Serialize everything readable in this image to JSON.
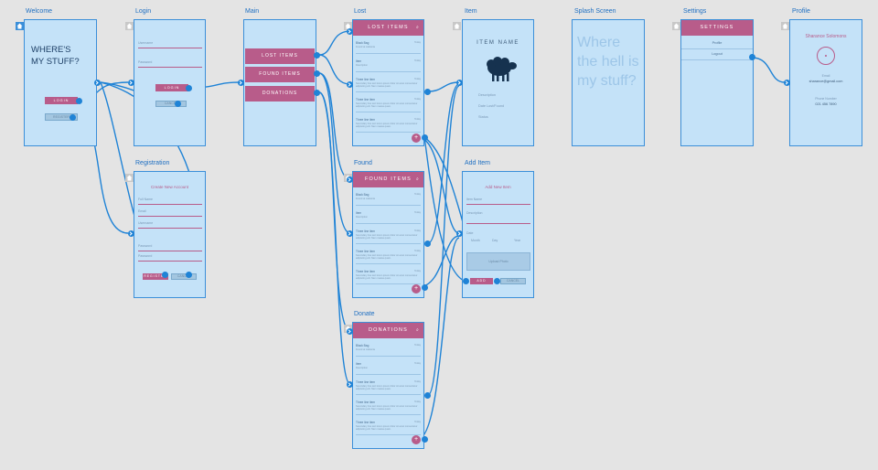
{
  "screens": {
    "welcome": {
      "title": "Welcome",
      "heading": "WHERE'S MY STUFF?",
      "login_btn": "LOGIN",
      "register_btn": "REGISTER"
    },
    "login": {
      "title": "Login",
      "username": "Username",
      "password": "Password",
      "login_btn": "LOGIN",
      "cancel_btn": "CANCEL"
    },
    "registration": {
      "title": "Registration",
      "heading": "Create New Account",
      "fields": [
        "Full Name",
        "Email",
        "Username",
        "Password",
        "Password"
      ],
      "register_btn": "REGISTER",
      "cancel_btn": "CANCEL"
    },
    "main": {
      "title": "Main",
      "buttons": [
        "LOST ITEMS",
        "FOUND ITEMS",
        "DONATIONS"
      ]
    },
    "lost": {
      "title": "Lost",
      "header": "LOST ITEMS"
    },
    "found": {
      "title": "Found",
      "header": "FOUND ITEMS"
    },
    "donate": {
      "title": "Donate",
      "header": "DONATIONS"
    },
    "item": {
      "title": "Item",
      "name": "ITEM NAME",
      "fields": [
        "Description",
        "Date Lost/Found",
        "Status"
      ]
    },
    "splash": {
      "title": "Splash Screen",
      "text": "Where the hell is my stuff?"
    },
    "settings": {
      "title": "Settings",
      "header": "SETTINGS",
      "options": [
        "Profile",
        "Logout"
      ]
    },
    "profile": {
      "title": "Profile",
      "name": "Sharance Solomons",
      "email_label": "Email",
      "email": "sharance@gmail.com",
      "phone_label": "Phone Number",
      "phone": "021 456 7890"
    },
    "add_item": {
      "title": "Add Item",
      "heading": "Add New Item",
      "fields": [
        "Item Name",
        "Description"
      ],
      "date_label": "Date",
      "date_parts": [
        "Month",
        "Day",
        "Year"
      ],
      "photo": "Upload Photo",
      "add_btn": "ADD",
      "cancel_btn": "CANCEL"
    }
  },
  "list_items": [
    {
      "title": "Black Bag",
      "sub": "Found at cafeteria",
      "date": "Today"
    },
    {
      "title": "Item",
      "sub": "Description",
      "date": "Today"
    },
    {
      "title": "Three line item",
      "sub": "Secondary line text lorem ipsum dolor sit amet consectetur adipiscing elit. Nam massa quam.",
      "date": "Today"
    },
    {
      "title": "Three line item",
      "sub": "Secondary line text lorem ipsum dolor sit amet consectetur adipiscing elit. Nam massa quam.",
      "date": "Today"
    },
    {
      "title": "Three line item",
      "sub": "Secondary line text lorem ipsum dolor sit amet consectetur adipiscing elit. Nam massa quam.",
      "date": "Today"
    }
  ],
  "fab_symbol": "+",
  "search_icon": "search-icon",
  "colors": {
    "background": "#e4e4e4",
    "screen": "#c4e2f8",
    "border": "#3b8fd9",
    "accent": "#b85c8a",
    "link": "#1f83d6"
  }
}
